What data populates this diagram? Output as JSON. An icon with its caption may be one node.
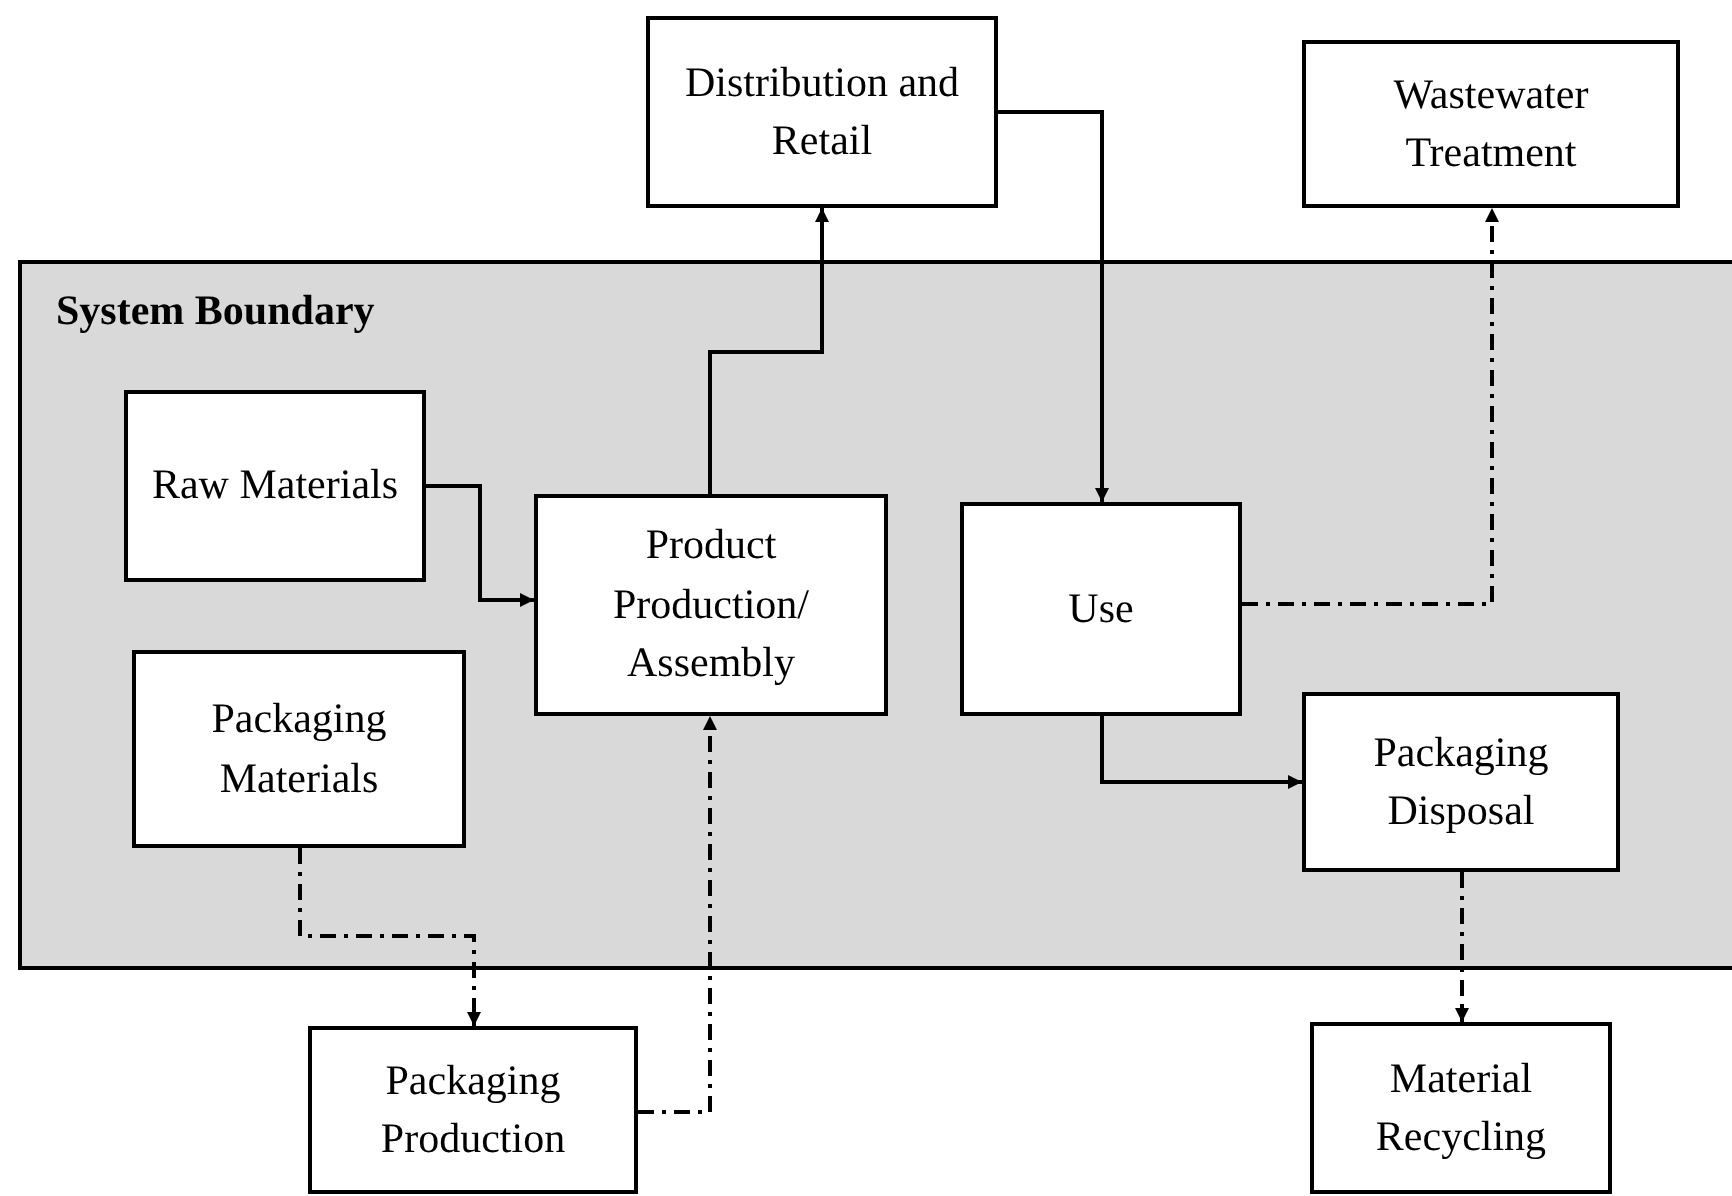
{
  "diagram": {
    "nodes": [
      {
        "text": [
          "System Boundary"
        ]
      },
      {
        "text": [
          "Distribution and Retail"
        ]
      },
      {
        "text": [
          "Wastewater Treatment"
        ]
      },
      {
        "text": [
          "Raw Materials"
        ],
        "in": 0
      },
      {
        "text": [
          "Product Production/ Assembly"
        ],
        "in": 0
      },
      {
        "text": [
          "Use"
        ],
        "in": 0
      },
      {
        "text": [
          "Packaging Materials"
        ],
        "in": 0
      },
      {
        "text": [
          "Packaging Disposal"
        ],
        "in": 0
      },
      {
        "text": [
          "Packaging Production"
        ]
      },
      {
        "text": [
          "Material Recycling"
        ]
      }
    ],
    "edges": [
      {
        "from": 3,
        "to": 4,
        "arrow": "to"
      },
      {
        "from": 4,
        "to": 1,
        "arrow": "to"
      },
      {
        "from": 1,
        "to": 5,
        "arrow": "to"
      },
      {
        "from": 5,
        "to": 2,
        "arrow": "to",
        "style": "dashed"
      },
      {
        "from": 5,
        "to": 7,
        "arrow": "to"
      },
      {
        "from": 6,
        "to": 8,
        "arrow": "to",
        "style": "dashed"
      },
      {
        "from": 8,
        "to": 4,
        "arrow": "to",
        "style": "dashed"
      },
      {
        "from": 7,
        "to": 9,
        "arrow": "to",
        "style": "dashed"
      }
    ]
  }
}
